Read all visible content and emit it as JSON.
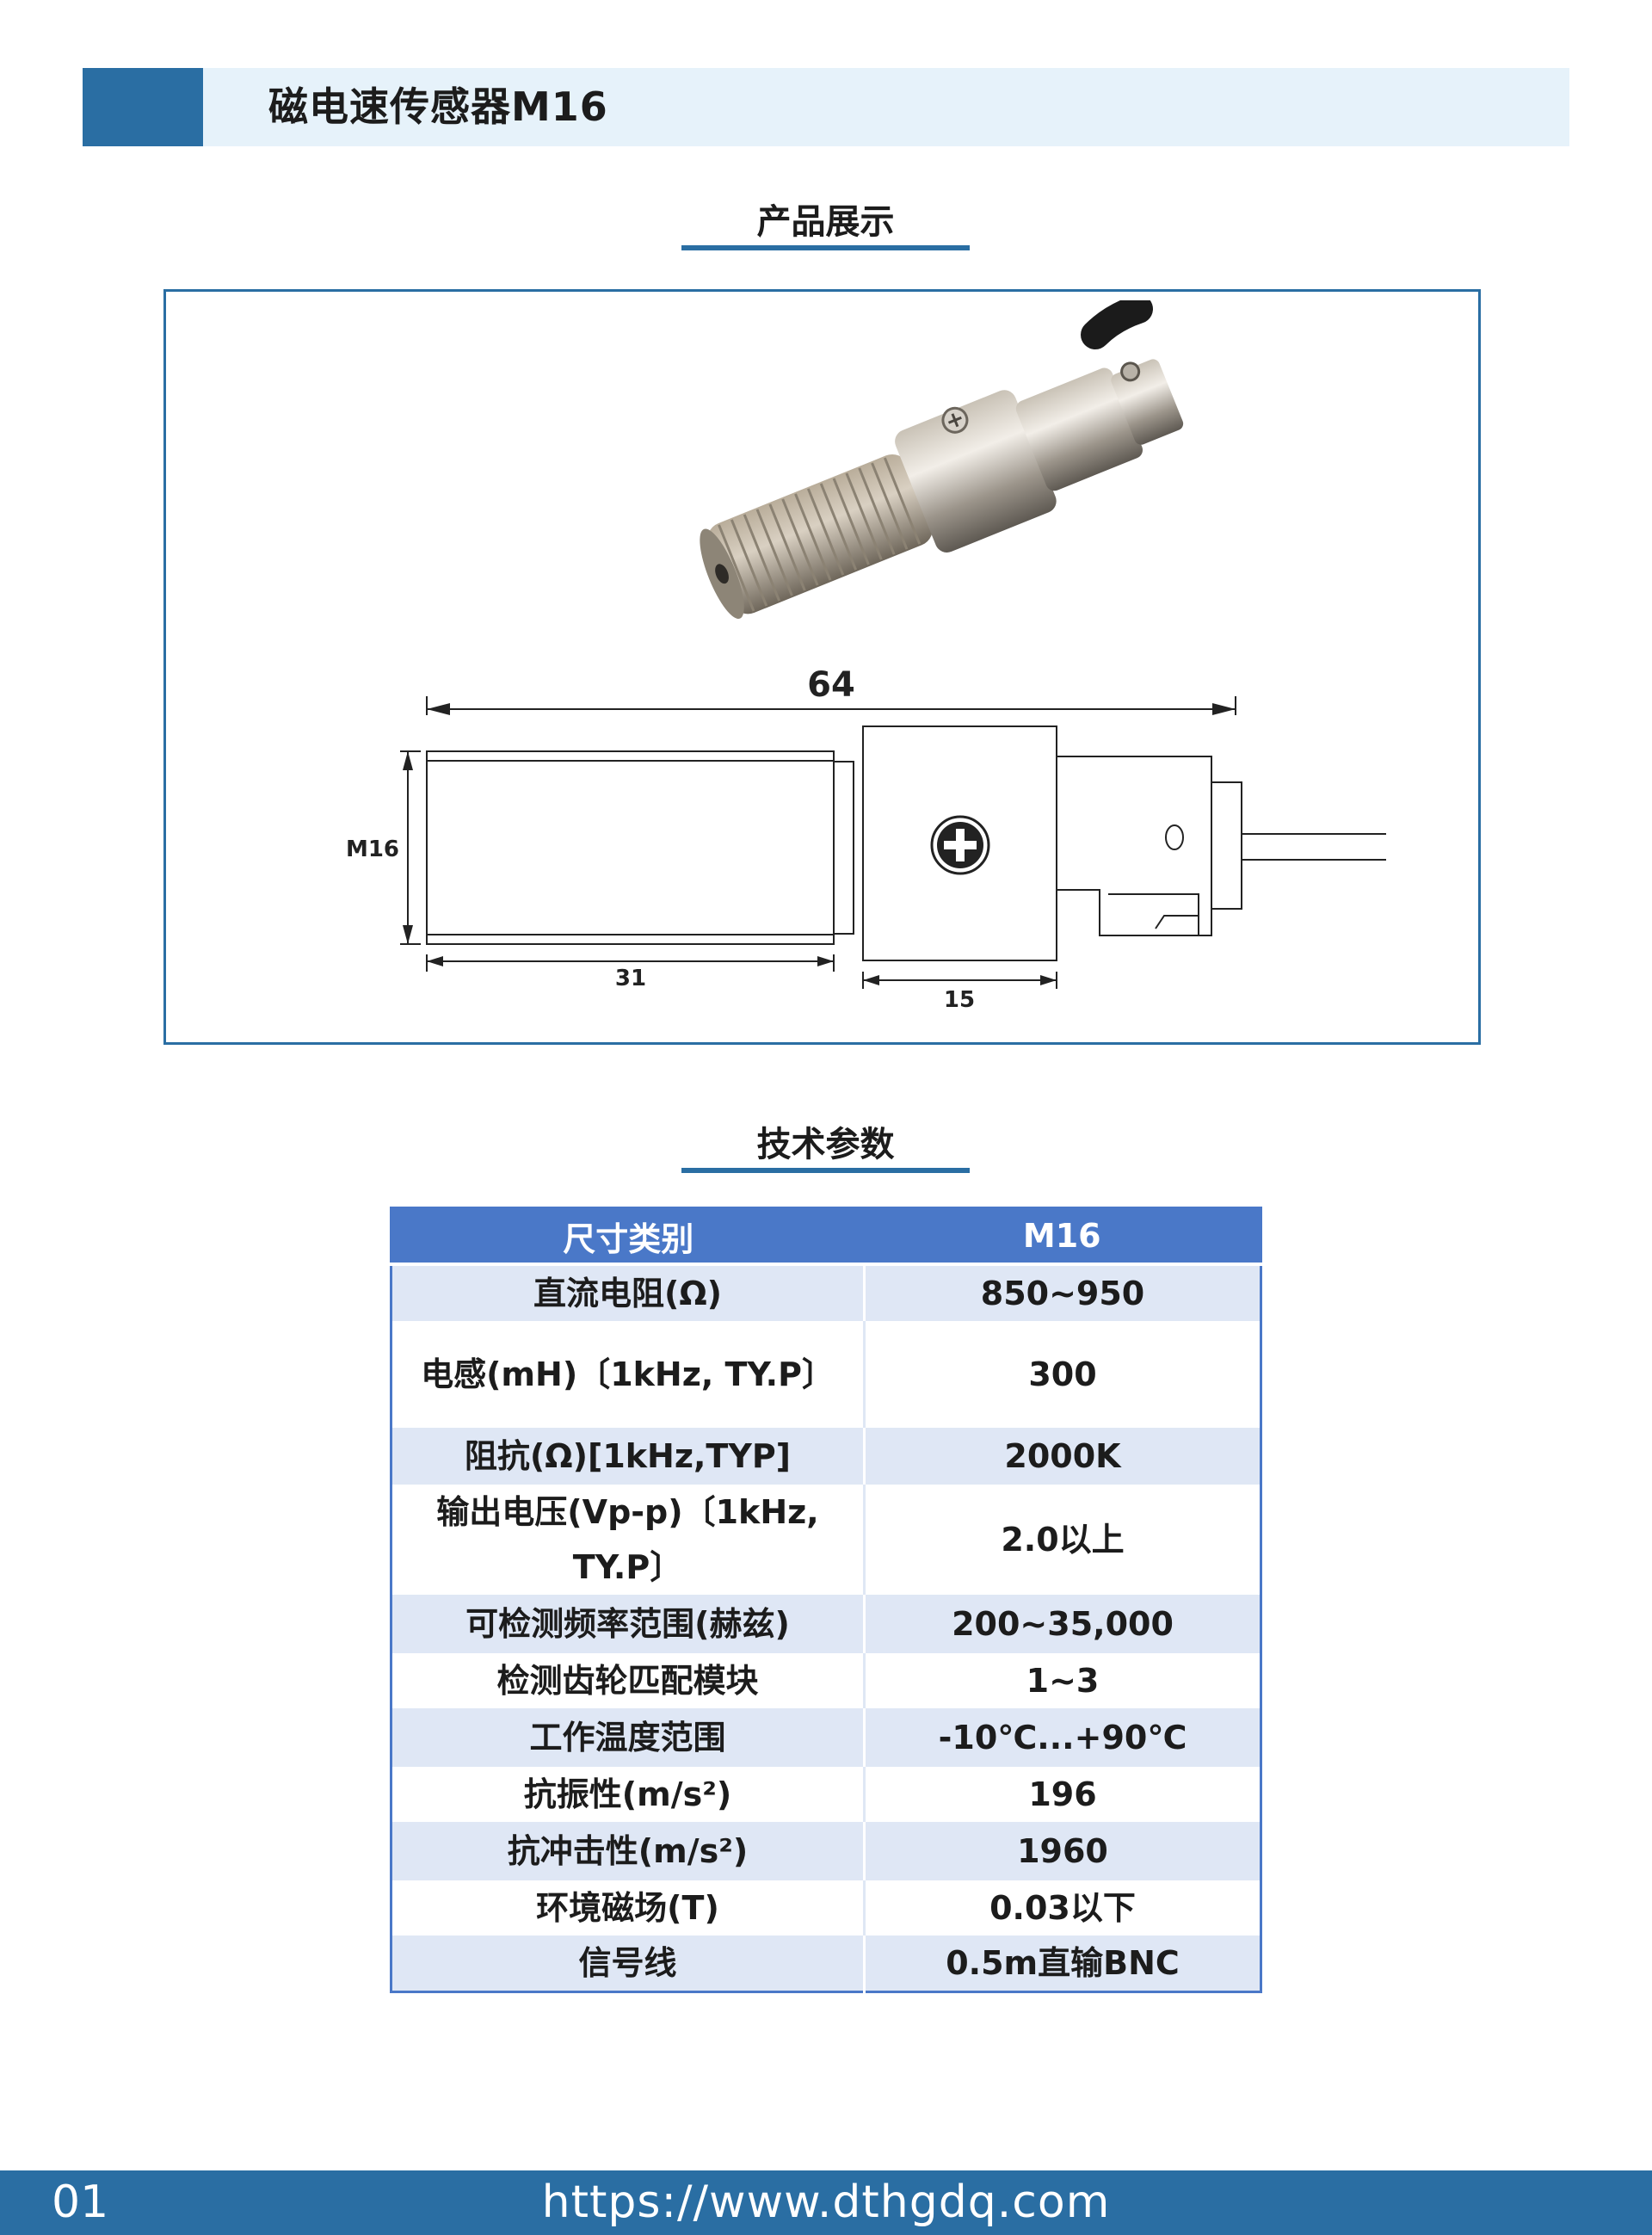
{
  "header": {
    "title": "磁电速传感器M16"
  },
  "sections": {
    "product": "产品展示",
    "specs": "技术参数"
  },
  "drawing": {
    "overall_length": "64",
    "thread_label": "M16",
    "thread_length": "31",
    "body_length": "15"
  },
  "table": {
    "headers": [
      "尺寸类别",
      "M16"
    ],
    "rows": [
      {
        "label": "直流电阻(Ω)",
        "value": "850~950"
      },
      {
        "label": "电感(mH)〔1kHz, TY.P〕",
        "value": "300"
      },
      {
        "label": "阻抗(Ω)[1kHz,TYP]",
        "value": "2000K"
      },
      {
        "label": "输出电压(Vp-p)〔1kHz, TY.P〕",
        "value": "2.0以上"
      },
      {
        "label": "可检测频率范围(赫兹)",
        "value": "200~35,000"
      },
      {
        "label": "检测齿轮匹配模块",
        "value": "1~3"
      },
      {
        "label": "工作温度范围",
        "value": "-10℃...+90℃"
      },
      {
        "label": "抗振性(m/s²)",
        "value": "196"
      },
      {
        "label": "抗冲击性(m/s²)",
        "value": "1960"
      },
      {
        "label": "环境磁场(T)",
        "value": "0.03以下"
      },
      {
        "label": "信号线",
        "value": "0.5m直输BNC"
      }
    ]
  },
  "footer": {
    "page": "01",
    "url": "https://www.dthgdq.com"
  },
  "colors": {
    "brand": "#2a6ea3",
    "table_header": "#4a78c8",
    "row_alt": "#dfe7f5",
    "header_band": "#e6f2fa"
  }
}
